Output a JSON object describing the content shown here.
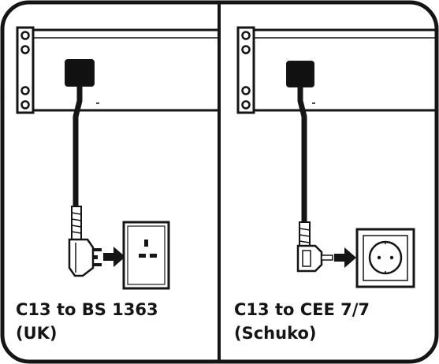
{
  "colors": {
    "line": "#151515",
    "plug_fill": "#111111",
    "background": "#ffffff"
  },
  "panels": [
    {
      "caption": {
        "line1": "C13 to BS 1363",
        "line2": "(UK)"
      },
      "socket": "bs-1363-uk-socket",
      "plug": "bs-1363-plug"
    },
    {
      "caption": {
        "line1": "C13 to CEE 7/7",
        "line2": "(Schuko)"
      },
      "socket": "schuko-socket",
      "plug": "cee-7-7-plug"
    }
  ]
}
